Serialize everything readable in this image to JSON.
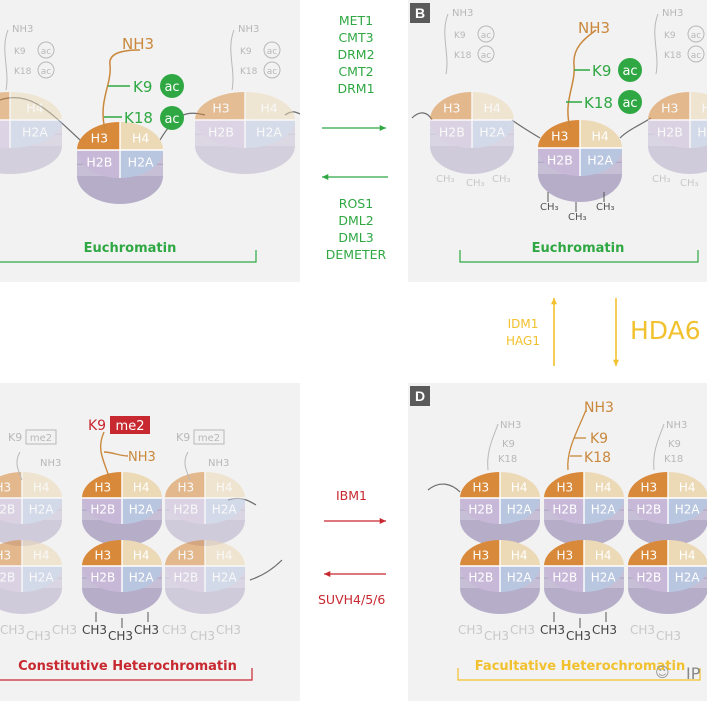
{
  "panels": {
    "A": {
      "caption": "Euchromatin"
    },
    "B": {
      "badge": "B",
      "caption": "Euchromatin"
    },
    "C": {
      "caption": "Constitutive Heterochromatin"
    },
    "D": {
      "badge": "D",
      "caption": "Facultative Heterochromatin"
    }
  },
  "colors": {
    "green": "#2fa843",
    "red": "#c8282f",
    "yellow": "#f2c12e",
    "orange": "#c9883c",
    "h3": "#d8893a",
    "h4": "#ecd9b6",
    "h2b": "#c8b8d8",
    "h2a": "#b9c6e0"
  },
  "histones": {
    "h3": "H3",
    "h4": "H4",
    "h2b": "H2B",
    "h2a": "H2A"
  },
  "marks": {
    "nh3": "NH3",
    "k9": "K9",
    "k18": "K18",
    "ac": "ac",
    "me2": "me2",
    "ch3": "CH₃",
    "ch3_3": "CH3"
  },
  "arrows": {
    "ab_forward": [
      "MET1",
      "CMT3",
      "DRM2",
      "CMT2",
      "DRM1"
    ],
    "ab_reverse": [
      "ROS1",
      "DML2",
      "DML3",
      "DEMETER"
    ],
    "bd_down": "HDA6",
    "bd_up": [
      "IDM1",
      "HAG1"
    ],
    "cd_forward": "IBM1",
    "cd_reverse": "SUVH4/5/6"
  },
  "watermark": "IP"
}
